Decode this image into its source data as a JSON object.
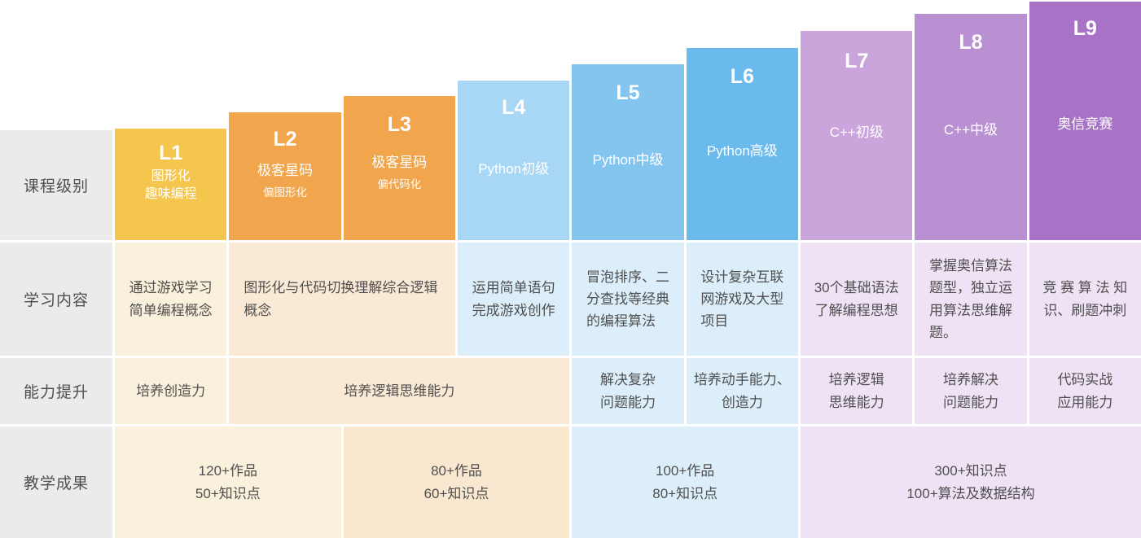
{
  "palette": {
    "label_bg": "#ebebeb",
    "cream_light": "#faf1dc",
    "cream_mid": "#faead5",
    "cream_deep": "#fae7cf",
    "blue_light": "#dceefa",
    "purple_light": "#eee2f4",
    "text": "#4f4f4f"
  },
  "row_labels": [
    "课程级别",
    "学习内容",
    "能力提升",
    "教学成果"
  ],
  "levels": [
    {
      "badge": "L1",
      "subtitle": "图形化\n趣味编程",
      "color": "#f5c64e"
    },
    {
      "badge": "L2",
      "subtitle": "极客星码",
      "note": "偏图形化",
      "color": "#f1a64d"
    },
    {
      "badge": "L3",
      "subtitle": "极客星码",
      "note": "偏代码化",
      "color": "#f1a64d"
    },
    {
      "badge": "L4",
      "subtitle": "Python初级",
      "color": "#a8d6f5"
    },
    {
      "badge": "L5",
      "subtitle": "Python中级",
      "color": "#84c5f0"
    },
    {
      "badge": "L6",
      "subtitle": "Python高级",
      "color": "#6abaed"
    },
    {
      "badge": "L7",
      "subtitle": "C++初级",
      "color": "#caa5dc"
    },
    {
      "badge": "L8",
      "subtitle": "C++中级",
      "color": "#b990d2"
    },
    {
      "badge": "L9",
      "subtitle": "奥信竞赛",
      "color": "#a873c6"
    }
  ],
  "learning": {
    "l1": "通过游戏学习\n简单编程概念",
    "l2_l3": "图形化与代码切换理解综合逻辑\n概念",
    "l4": "运用简单语句\n完成游戏创作",
    "l5": "冒泡排序、二\n分查找等经典\n的编程算法",
    "l6": "设计复杂互联\n网游戏及大型\n项目",
    "l7": "30个基础语法\n了解编程思想",
    "l8": "掌握奥信算法\n题型，独立运\n用算法思维解\n题。",
    "l9": "竞 赛 算 法 知\n识、刷题冲刺"
  },
  "ability": {
    "l1": "培养创造力",
    "l2_l4": "培养逻辑思维能力",
    "l5": "解决复杂\n问题能力",
    "l6": "培养动手能力、\n创造力",
    "l7": "培养逻辑\n思维能力",
    "l8": "培养解决\n问题能力",
    "l9": "代码实战\n应用能力"
  },
  "outcomes": {
    "l1_l2": "120+作品\n50+知识点",
    "l3_l4": "80+作品\n60+知识点",
    "l5_l6": "100+作品\n80+知识点",
    "l7_l9": "300+知识点\n100+算法及数据结构"
  }
}
